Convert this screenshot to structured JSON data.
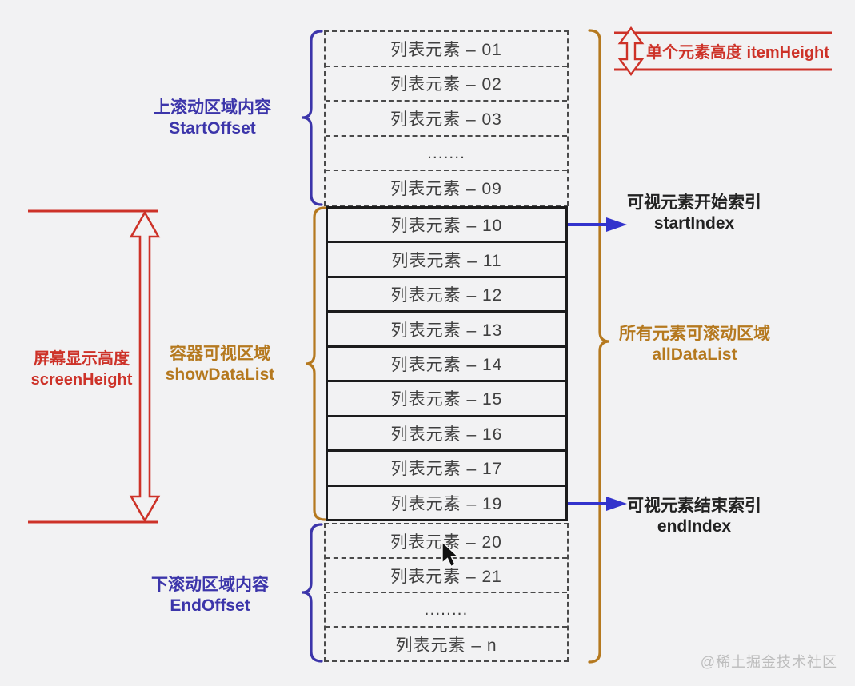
{
  "page": {
    "background_color": "#f2f2f3",
    "watermark": "@稀土掘金技术社区"
  },
  "colors": {
    "blue_label": "#3c35aa",
    "blue_arrow": "#3333cc",
    "red": "#cd3228",
    "orange": "#b5791f",
    "dark_label": "#222222",
    "item_text": "#404040"
  },
  "list": {
    "top_items": [
      "列表元素 – 01",
      "列表元素 – 02",
      "列表元素 – 03",
      ".......",
      "列表元素 – 09"
    ],
    "visible_items": [
      "列表元素 – 10",
      "列表元素 – 11",
      "列表元素 – 12",
      "列表元素 – 13",
      "列表元素 – 14",
      "列表元素 – 15",
      "列表元素 – 16",
      "列表元素 – 17",
      "列表元素 – 19"
    ],
    "bottom_items": [
      "列表元素 – 20",
      "列表元素 – 21",
      "........",
      "列表元素 – n"
    ]
  },
  "labels": {
    "start_offset": {
      "zh": "上滚动区域内容",
      "en": "StartOffset"
    },
    "screen_height": {
      "zh": "屏幕显示高度",
      "en": "screenHeight"
    },
    "show_data_list": {
      "zh": "容器可视区域",
      "en": "showDataList"
    },
    "end_offset": {
      "zh": "下滚动区域内容",
      "en": "EndOffset"
    },
    "item_height": {
      "text": "单个元素高度 itemHeight"
    },
    "start_index": {
      "zh": "可视元素开始索引",
      "en": "startIndex"
    },
    "all_data_list": {
      "zh": "所有元素可滚动区域",
      "en": "allDataList"
    },
    "end_index": {
      "zh": "可视元素结束索引",
      "en": "endIndex"
    }
  }
}
